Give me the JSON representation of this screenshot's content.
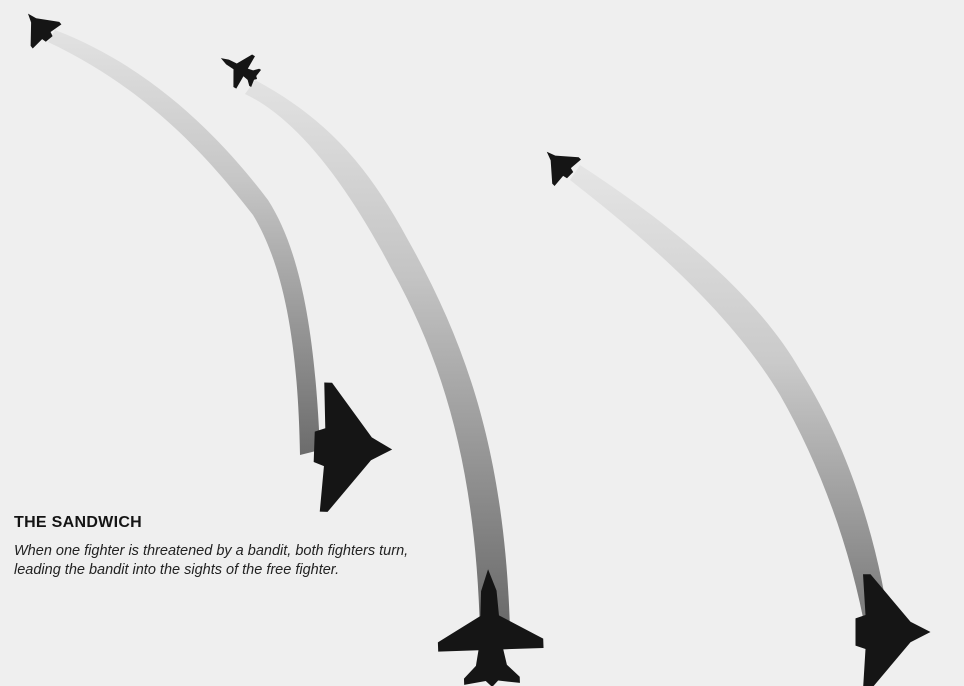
{
  "diagram": {
    "title": "THE SANDWICH",
    "description": "When one fighter is threatened by a bandit, both fighters turn, leading the bandit into the sights of the free fighter.",
    "colors": {
      "background": "#efefef",
      "aircraft": "#151515",
      "trail_light": "#d8d8d8",
      "trail_dark": "#6a6a6a"
    },
    "aircraft": [
      {
        "role": "fighter",
        "icon": "delta-wing-jet-icon",
        "trail": "left"
      },
      {
        "role": "bandit",
        "icon": "twin-tail-jet-icon",
        "trail": "middle"
      },
      {
        "role": "fighter",
        "icon": "delta-wing-jet-icon",
        "trail": "right"
      }
    ]
  }
}
